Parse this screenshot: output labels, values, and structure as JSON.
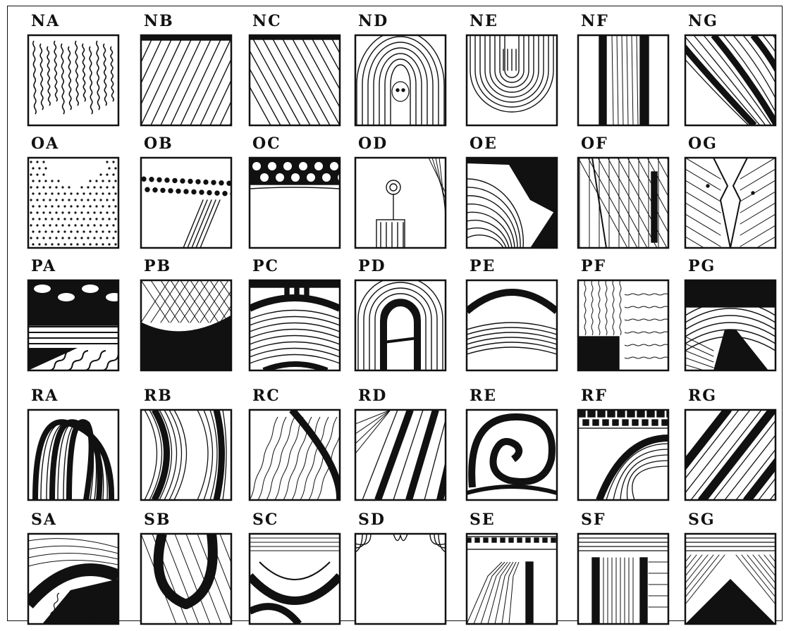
{
  "rows": [
    {
      "key": "N",
      "labels": [
        "NA",
        "NB",
        "NC",
        "ND",
        "NE",
        "NF",
        "NG"
      ]
    },
    {
      "key": "O",
      "labels": [
        "OA",
        "OB",
        "OC",
        "OD",
        "OE",
        "OF",
        "OG"
      ]
    },
    {
      "key": "P",
      "labels": [
        "PA",
        "PB",
        "PC",
        "PD",
        "PE",
        "PF",
        "PG"
      ]
    },
    {
      "key": "R",
      "labels": [
        "RA",
        "RB",
        "RC",
        "RD",
        "RE",
        "RF",
        "RG"
      ]
    },
    {
      "key": "S",
      "labels": [
        "SA",
        "SB",
        "SC",
        "SD",
        "SE",
        "SF",
        "SG"
      ]
    }
  ],
  "colors": {
    "ink": "#111111",
    "paper": "#ffffff"
  }
}
